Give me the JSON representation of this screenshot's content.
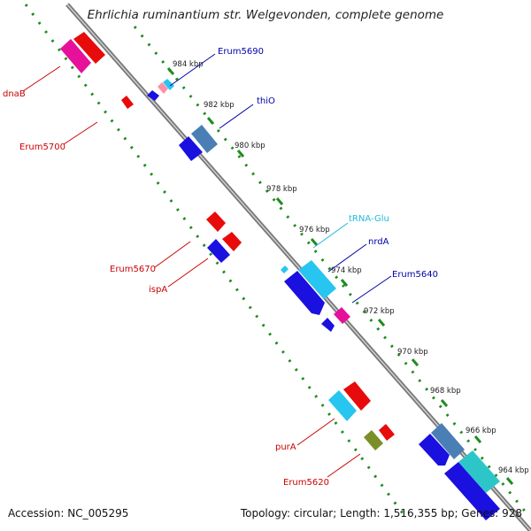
{
  "title": "Ehrlichia ruminantium str. Welgevonden, complete genome",
  "accession": "Accession: NC_005295",
  "summary": "Topology: circular; Length: 1,516,355 bp; Genes: 928",
  "ticks": [
    "984 kbp",
    "982 kbp",
    "980 kbp",
    "978 kbp",
    "976 kbp",
    "974 kbp",
    "972 kbp",
    "970 kbp",
    "968 kbp",
    "966 kbp",
    "964 kbp"
  ],
  "labels": {
    "erum5690": "Erum5690",
    "thio": "thiO",
    "trna_glu": "tRNA-Glu",
    "nrda": "nrdA",
    "erum5640": "Erum5640",
    "dnab": "dnaB",
    "erum5700": "Erum5700",
    "erum5670": "Erum5670",
    "ispa": "ispA",
    "pura": "purA",
    "erum5620": "Erum5620"
  },
  "colors": {
    "backbone": "#8c8c8c",
    "tick_track": "#1f8c1f",
    "forward_label": "#0000aa",
    "reverse_label": "#cc0000",
    "trna_label": "#22bbdd"
  }
}
